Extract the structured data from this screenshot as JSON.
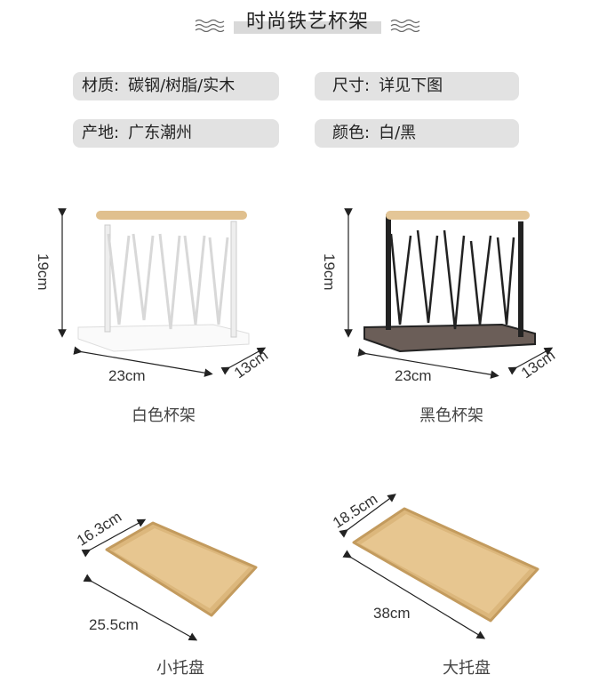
{
  "header": {
    "title": "时尚铁艺杯架"
  },
  "specs": [
    {
      "label": "材质:",
      "value": "碳钢/树脂/实木"
    },
    {
      "label": "尺寸:",
      "value": "详见下图"
    },
    {
      "label": "产地:",
      "value": "广东潮州"
    },
    {
      "label": "颜色:",
      "value": "白/黑"
    }
  ],
  "products": [
    {
      "caption": "白色杯架",
      "height": "19cm",
      "width": "23cm",
      "depth": "13cm",
      "color": "#ffffff",
      "frame_color": "#f4f4f4"
    },
    {
      "caption": "黑色杯架",
      "height": "19cm",
      "width": "23cm",
      "depth": "13cm",
      "color": "#2a2a2a",
      "frame_color": "#222222"
    },
    {
      "caption": "小托盘",
      "width": "16.3cm",
      "length": "25.5cm"
    },
    {
      "caption": "大托盘",
      "width": "18.5cm",
      "length": "38cm"
    }
  ],
  "colors": {
    "pill_bg": "#e2e2e2",
    "wood": "#e3c08a",
    "wood_dark": "#c99d5f"
  }
}
